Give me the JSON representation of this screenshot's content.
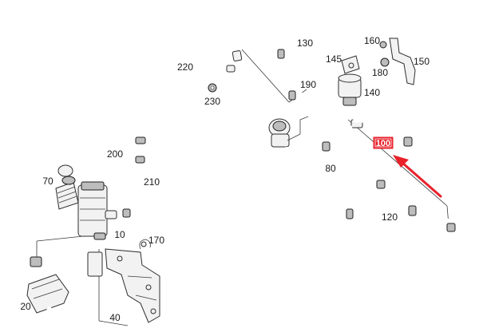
{
  "diagram": {
    "callouts": [
      "220",
      "230",
      "130",
      "145",
      "160",
      "150",
      "180",
      "190",
      "140",
      "200",
      "210",
      "70",
      "10",
      "80",
      "120",
      "170",
      "20",
      "40"
    ],
    "highlighted_callout": "100",
    "colors": {
      "highlight": "#e8212a",
      "line": "#2e2e2e",
      "background": "#ffffff"
    }
  }
}
